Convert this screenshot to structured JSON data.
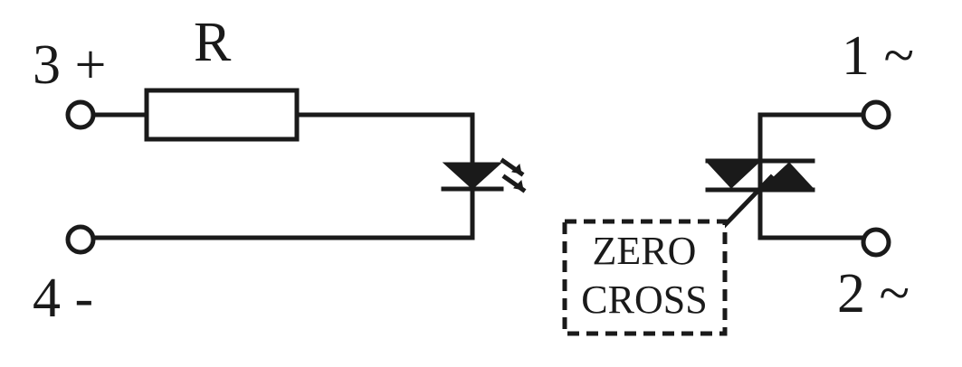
{
  "labels": {
    "pin3": "3 +",
    "pin4": "4 -",
    "pin1": "1 ~",
    "pin2": "2 ~",
    "resistor": "R",
    "zero_cross_line1": "ZERO",
    "zero_cross_line2": "CROSS"
  },
  "colors": {
    "ink": "#1a1a1a",
    "background": "#ffffff"
  }
}
